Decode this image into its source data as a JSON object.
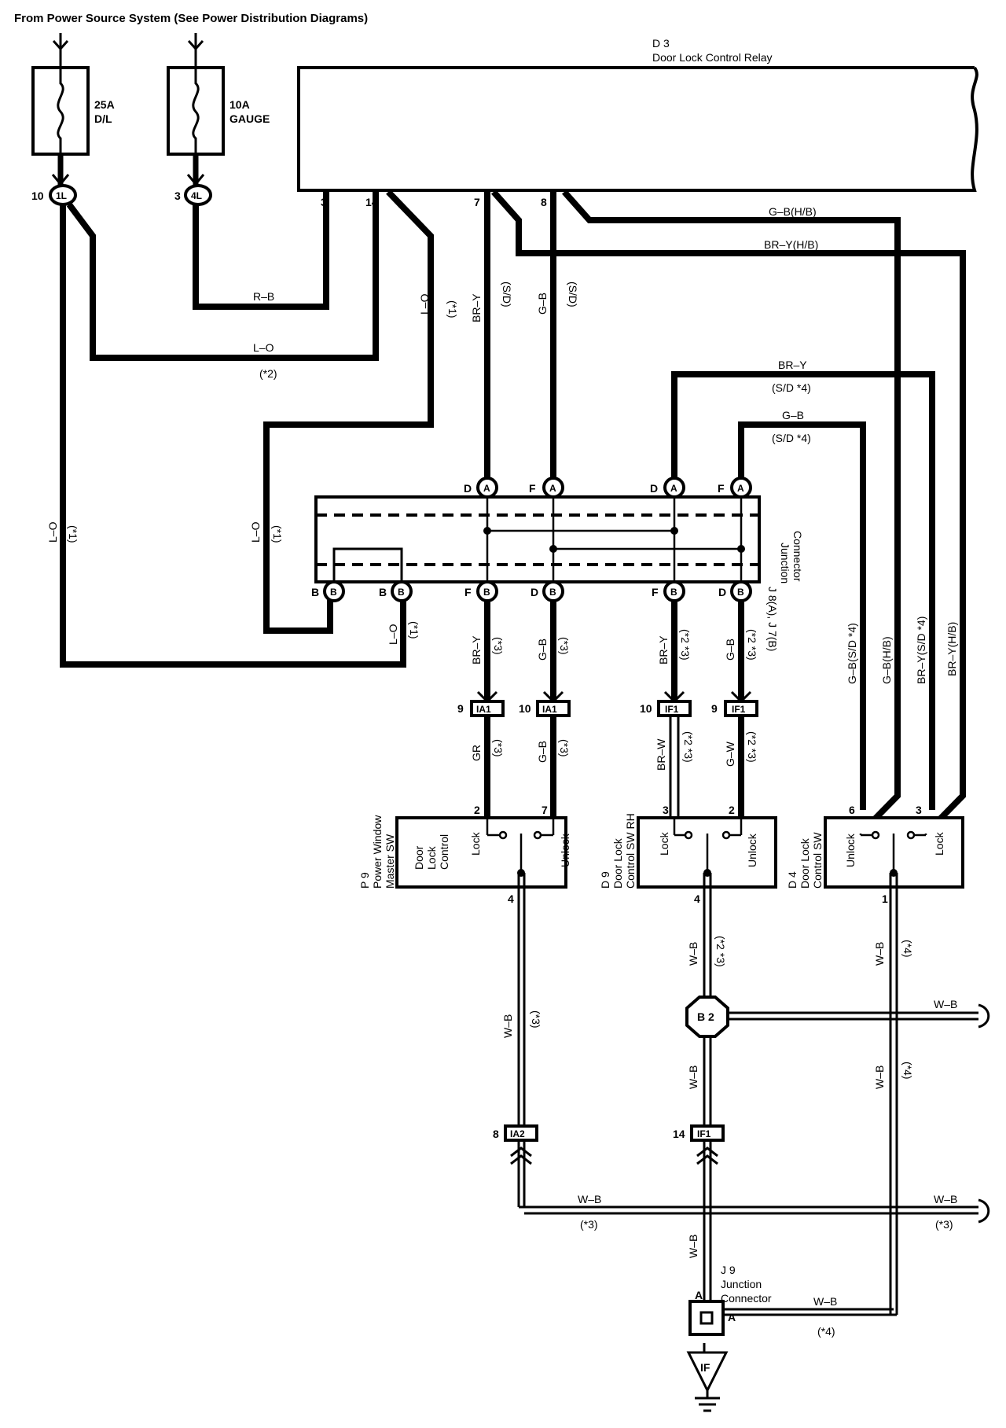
{
  "header": "From Power Source System (See Power Distribution Diagrams)",
  "fuses": {
    "f1_rating": "25A",
    "f1_name": "D/L",
    "f1_pin": "10",
    "f1_conn": "1L",
    "f2_rating": "10A",
    "f2_name": "GAUGE",
    "f2_pin": "3",
    "f2_conn": "4L"
  },
  "relay": {
    "code": "D 3",
    "name": "Door Lock Control Relay",
    "pins": [
      "3",
      "14",
      "7",
      "8"
    ]
  },
  "wires": {
    "rb": "R–B",
    "lo": "L–O",
    "note1": "(*1)",
    "note2": "(*2)",
    "note3": "(*3)",
    "note4": "(*4)",
    "note23": "(*2 *3)",
    "bry": "BR–Y",
    "gb": "G–B",
    "sd": "(S/D)",
    "sd4": "(S/D *4)",
    "gbhb": "G–B(H/B)",
    "bryhb": "BR–Y(H/B)",
    "gbsd4": "G–B(S/D *4)",
    "brysd4": "BR–Y(S/D *4)",
    "gr": "GR",
    "brw": "BR–W",
    "gw": "G–W",
    "wb": "W–B"
  },
  "junction": {
    "code": "J 8(A), J 7(B)",
    "line1": "Junction",
    "line2": "Connector",
    "top_pins": [
      "D",
      "F",
      "D",
      "F"
    ],
    "top_conn": "A",
    "bot_pins": [
      "B",
      "B",
      "F",
      "D",
      "F",
      "D"
    ],
    "bot_conn": "B"
  },
  "connectors": {
    "ia1": "IA1",
    "if1": "IF1",
    "ia2": "IA2",
    "b2": "B 2",
    "if": "IF",
    "pins": [
      "9",
      "10",
      "10",
      "9"
    ],
    "ia2_pin": "8",
    "if1_pin": "14"
  },
  "switches": {
    "p9_code": "P 9",
    "p9_name1": "Power Window",
    "p9_name2": "Master SW",
    "p9_inner1": "Door",
    "p9_inner2": "Lock",
    "p9_inner3": "Control",
    "d9_code": "D 9",
    "d9_name1": "Door Lock",
    "d9_name2": "Control SW RH",
    "d4_code": "D 4",
    "d4_name1": "Door Lock",
    "d4_name2": "Control SW",
    "lock": "Lock",
    "unlock": "Unlock",
    "p9_pins": [
      "2",
      "7",
      "4"
    ],
    "d9_pins": [
      "3",
      "2",
      "4"
    ],
    "d4_pins": [
      "6",
      "3",
      "1"
    ]
  },
  "j9": {
    "code": "J 9",
    "line1": "Junction",
    "line2": "Connector",
    "pin": "A"
  }
}
